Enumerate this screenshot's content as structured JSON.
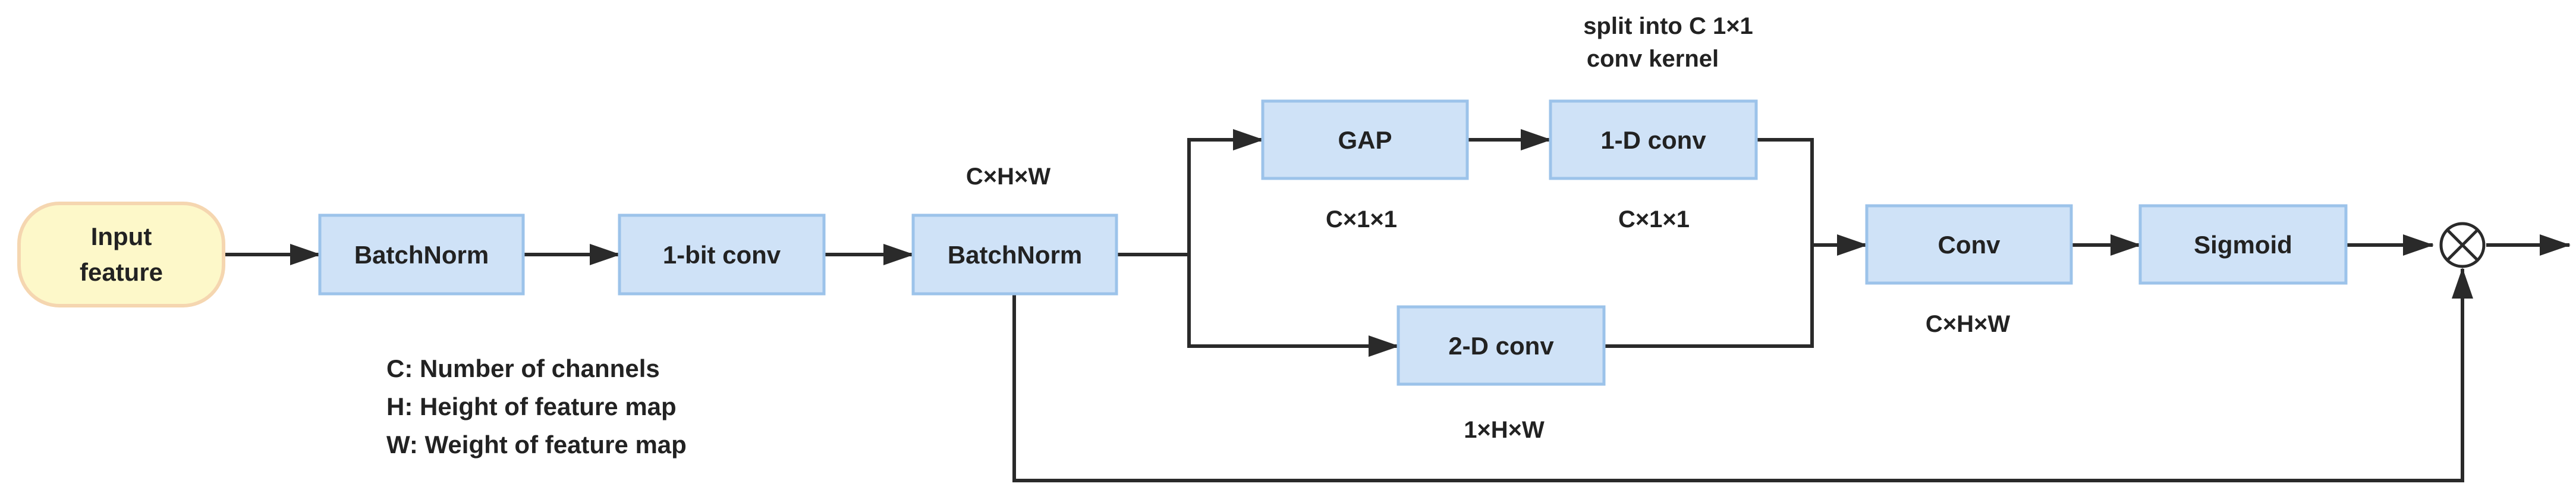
{
  "nodes": {
    "input_feature": [
      "Input",
      "feature"
    ],
    "batchnorm_1": "BatchNorm",
    "one_bit_conv": "1-bit conv",
    "batchnorm_2": "BatchNorm",
    "gap": "GAP",
    "one_d_conv": "1-D conv",
    "two_d_conv": "2-D conv",
    "conv": "Conv",
    "sigmoid": "Sigmoid",
    "multiply_op": "⊗"
  },
  "annotations": {
    "batchnorm_2_dim": "C×H×W",
    "gap_dim": "C×1×1",
    "one_d_conv_dim": "C×1×1",
    "split_note": [
      "split into C 1×1",
      "conv kernel"
    ],
    "two_d_conv_dim": "1×H×W",
    "conv_dim": "C×H×W"
  },
  "legend": [
    "C:  Number of channels",
    "H:  Height of feature map",
    "W:  Weight of feature map"
  ],
  "colors": {
    "box_fill": "#cfe2f7",
    "box_stroke": "#9cc3ea",
    "input_fill": "#fdf8c9",
    "input_stroke": "#f5d6b0",
    "line": "#2a2a2a"
  }
}
